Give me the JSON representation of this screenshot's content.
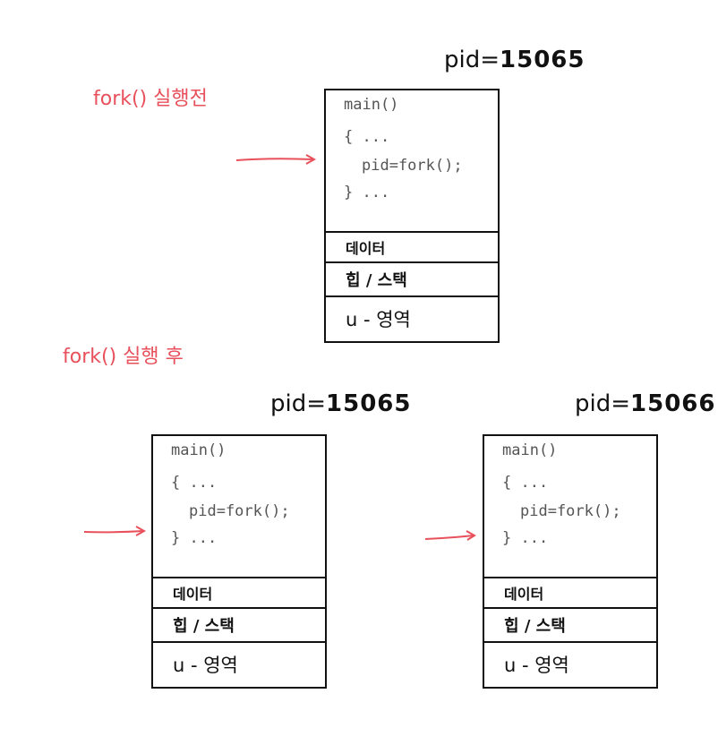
{
  "before": {
    "caption": "fork() 실행전",
    "pid_label": "pid=",
    "pid_value": "15065",
    "code": {
      "line1": "main()",
      "line2": "{ ...",
      "line3": "pid=fork();",
      "line4": "} ..."
    },
    "segments": {
      "data": "데이터",
      "heap_stack": "힙 / 스택",
      "u_area": "u - 영역"
    }
  },
  "after": {
    "caption": "fork() 실행 후",
    "parent": {
      "pid_label": "pid=",
      "pid_value": "15065",
      "code": {
        "line1": "main()",
        "line2": "{ ...",
        "line3": "pid=fork();",
        "line4": "} ..."
      },
      "segments": {
        "data": "데이터",
        "heap_stack": "힙 / 스택",
        "u_area": "u - 영역"
      }
    },
    "child": {
      "pid_label": "pid=",
      "pid_value": "15066",
      "code": {
        "line1": "main()",
        "line2": "{ ...",
        "line3": "pid=fork();",
        "line4": "} ..."
      },
      "segments": {
        "data": "데이터",
        "heap_stack": "힙 / 스택",
        "u_area": "u - 영역"
      }
    }
  },
  "colors": {
    "caption": "#e8505b",
    "arrow": "#e8505b",
    "code_text": "#555555",
    "border": "#111111"
  }
}
